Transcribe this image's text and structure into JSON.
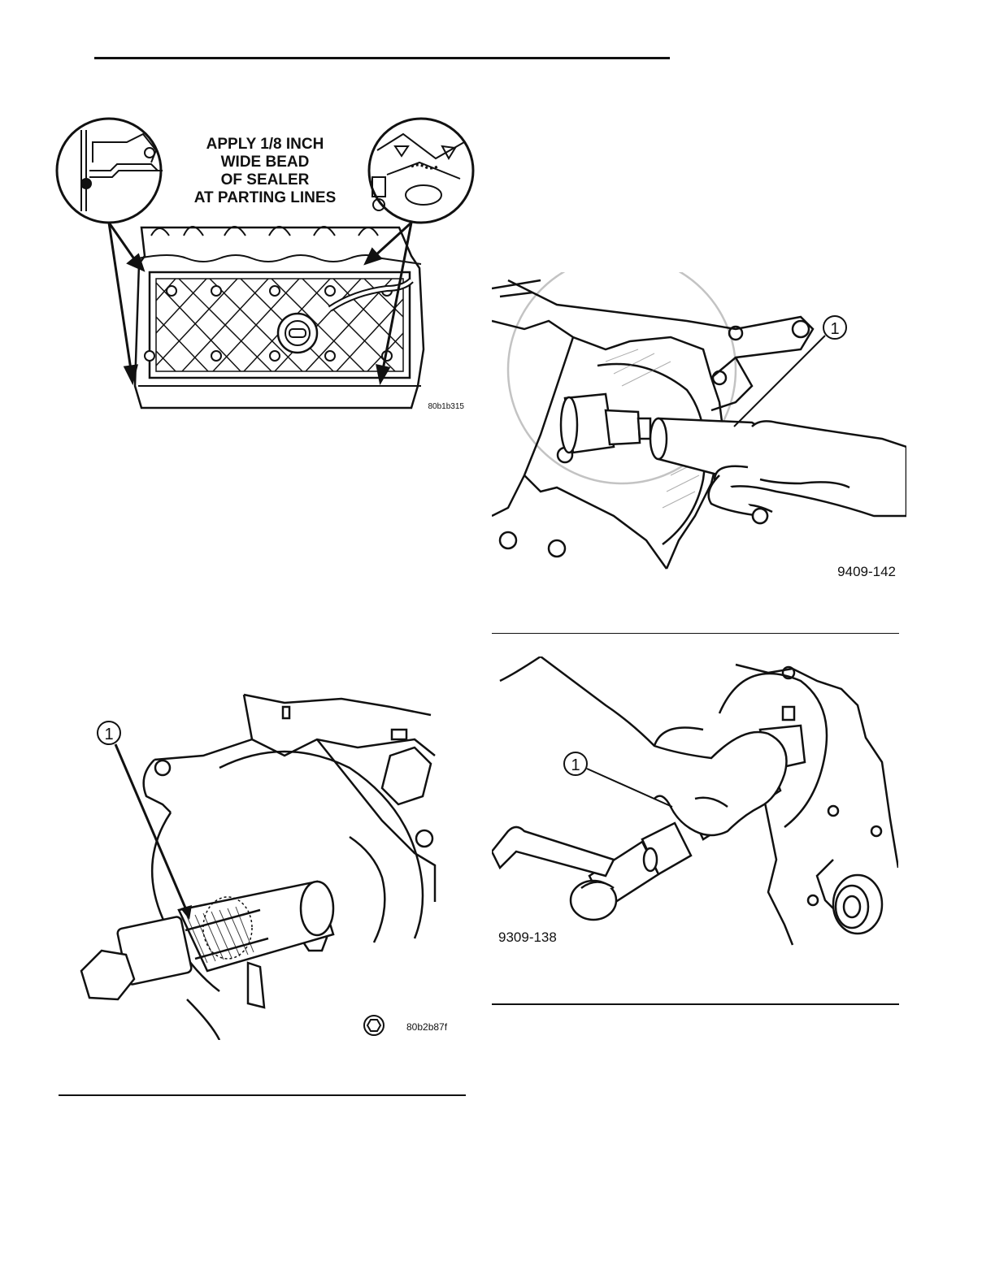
{
  "figures": [
    {
      "id": "sealer",
      "caption_lines": [
        "APPLY 1/8 INCH",
        "WIDE BEAD",
        "OF SEALER",
        "AT PARTING LINES"
      ],
      "code": "80b1b315"
    },
    {
      "id": "tool-right-top",
      "callout": "1",
      "code": "9409-142"
    },
    {
      "id": "tool-left-bottom",
      "callout": "1",
      "code": "80b2b87f"
    },
    {
      "id": "tool-right-bottom",
      "callout": "1",
      "code": "9309-138"
    }
  ]
}
